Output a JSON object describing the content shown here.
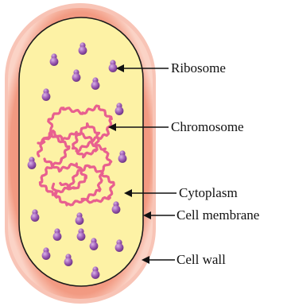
{
  "diagram": {
    "labels": {
      "ribosome": "Ribosome",
      "chromosome": "Chromosome",
      "cytoplasm": "Cytoplasm",
      "cell_membrane": "Cell membrane",
      "cell_wall": "Cell wall"
    },
    "colors": {
      "cell_wall_outer": "#f6b7a6",
      "cell_wall_inner": "#f08f76",
      "membrane": "#1a1a1a",
      "cytoplasm": "#fdf2a5",
      "chromosome": "#e8608f",
      "ribosome": "#9b59b3",
      "arrow": "#111111"
    }
  }
}
